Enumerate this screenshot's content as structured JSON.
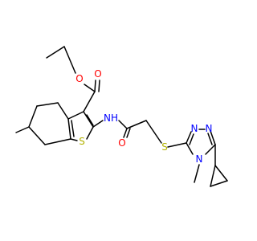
{
  "colors": {
    "bond": "#000000",
    "O": "#ff0000",
    "N": "#0000ff",
    "S": "#b2b200",
    "background": "#ffffff"
  },
  "atoms": {
    "O_ester_single": "O",
    "O_ester_double": "O",
    "NH": "NH",
    "S_thiophene": "S",
    "O_amide": "O",
    "S_thioether": "S",
    "N_triazole_top": "N",
    "N_triazole_right": "N",
    "N_triazole_bottom": "N"
  }
}
